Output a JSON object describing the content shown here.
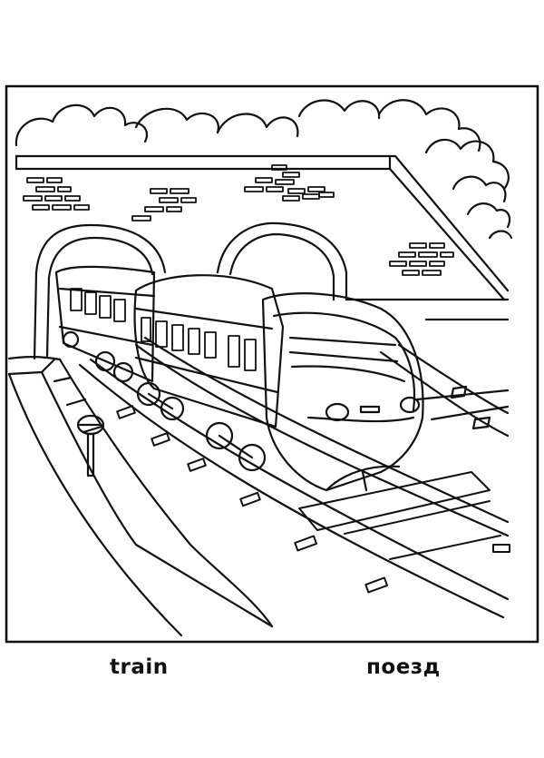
{
  "words": {
    "english": "train",
    "russian": "поезд"
  },
  "illustration": {
    "style": "black-and-white coloring page",
    "subject": "train-icon",
    "stroke_color": "#111111",
    "background_color": "#ffffff"
  }
}
